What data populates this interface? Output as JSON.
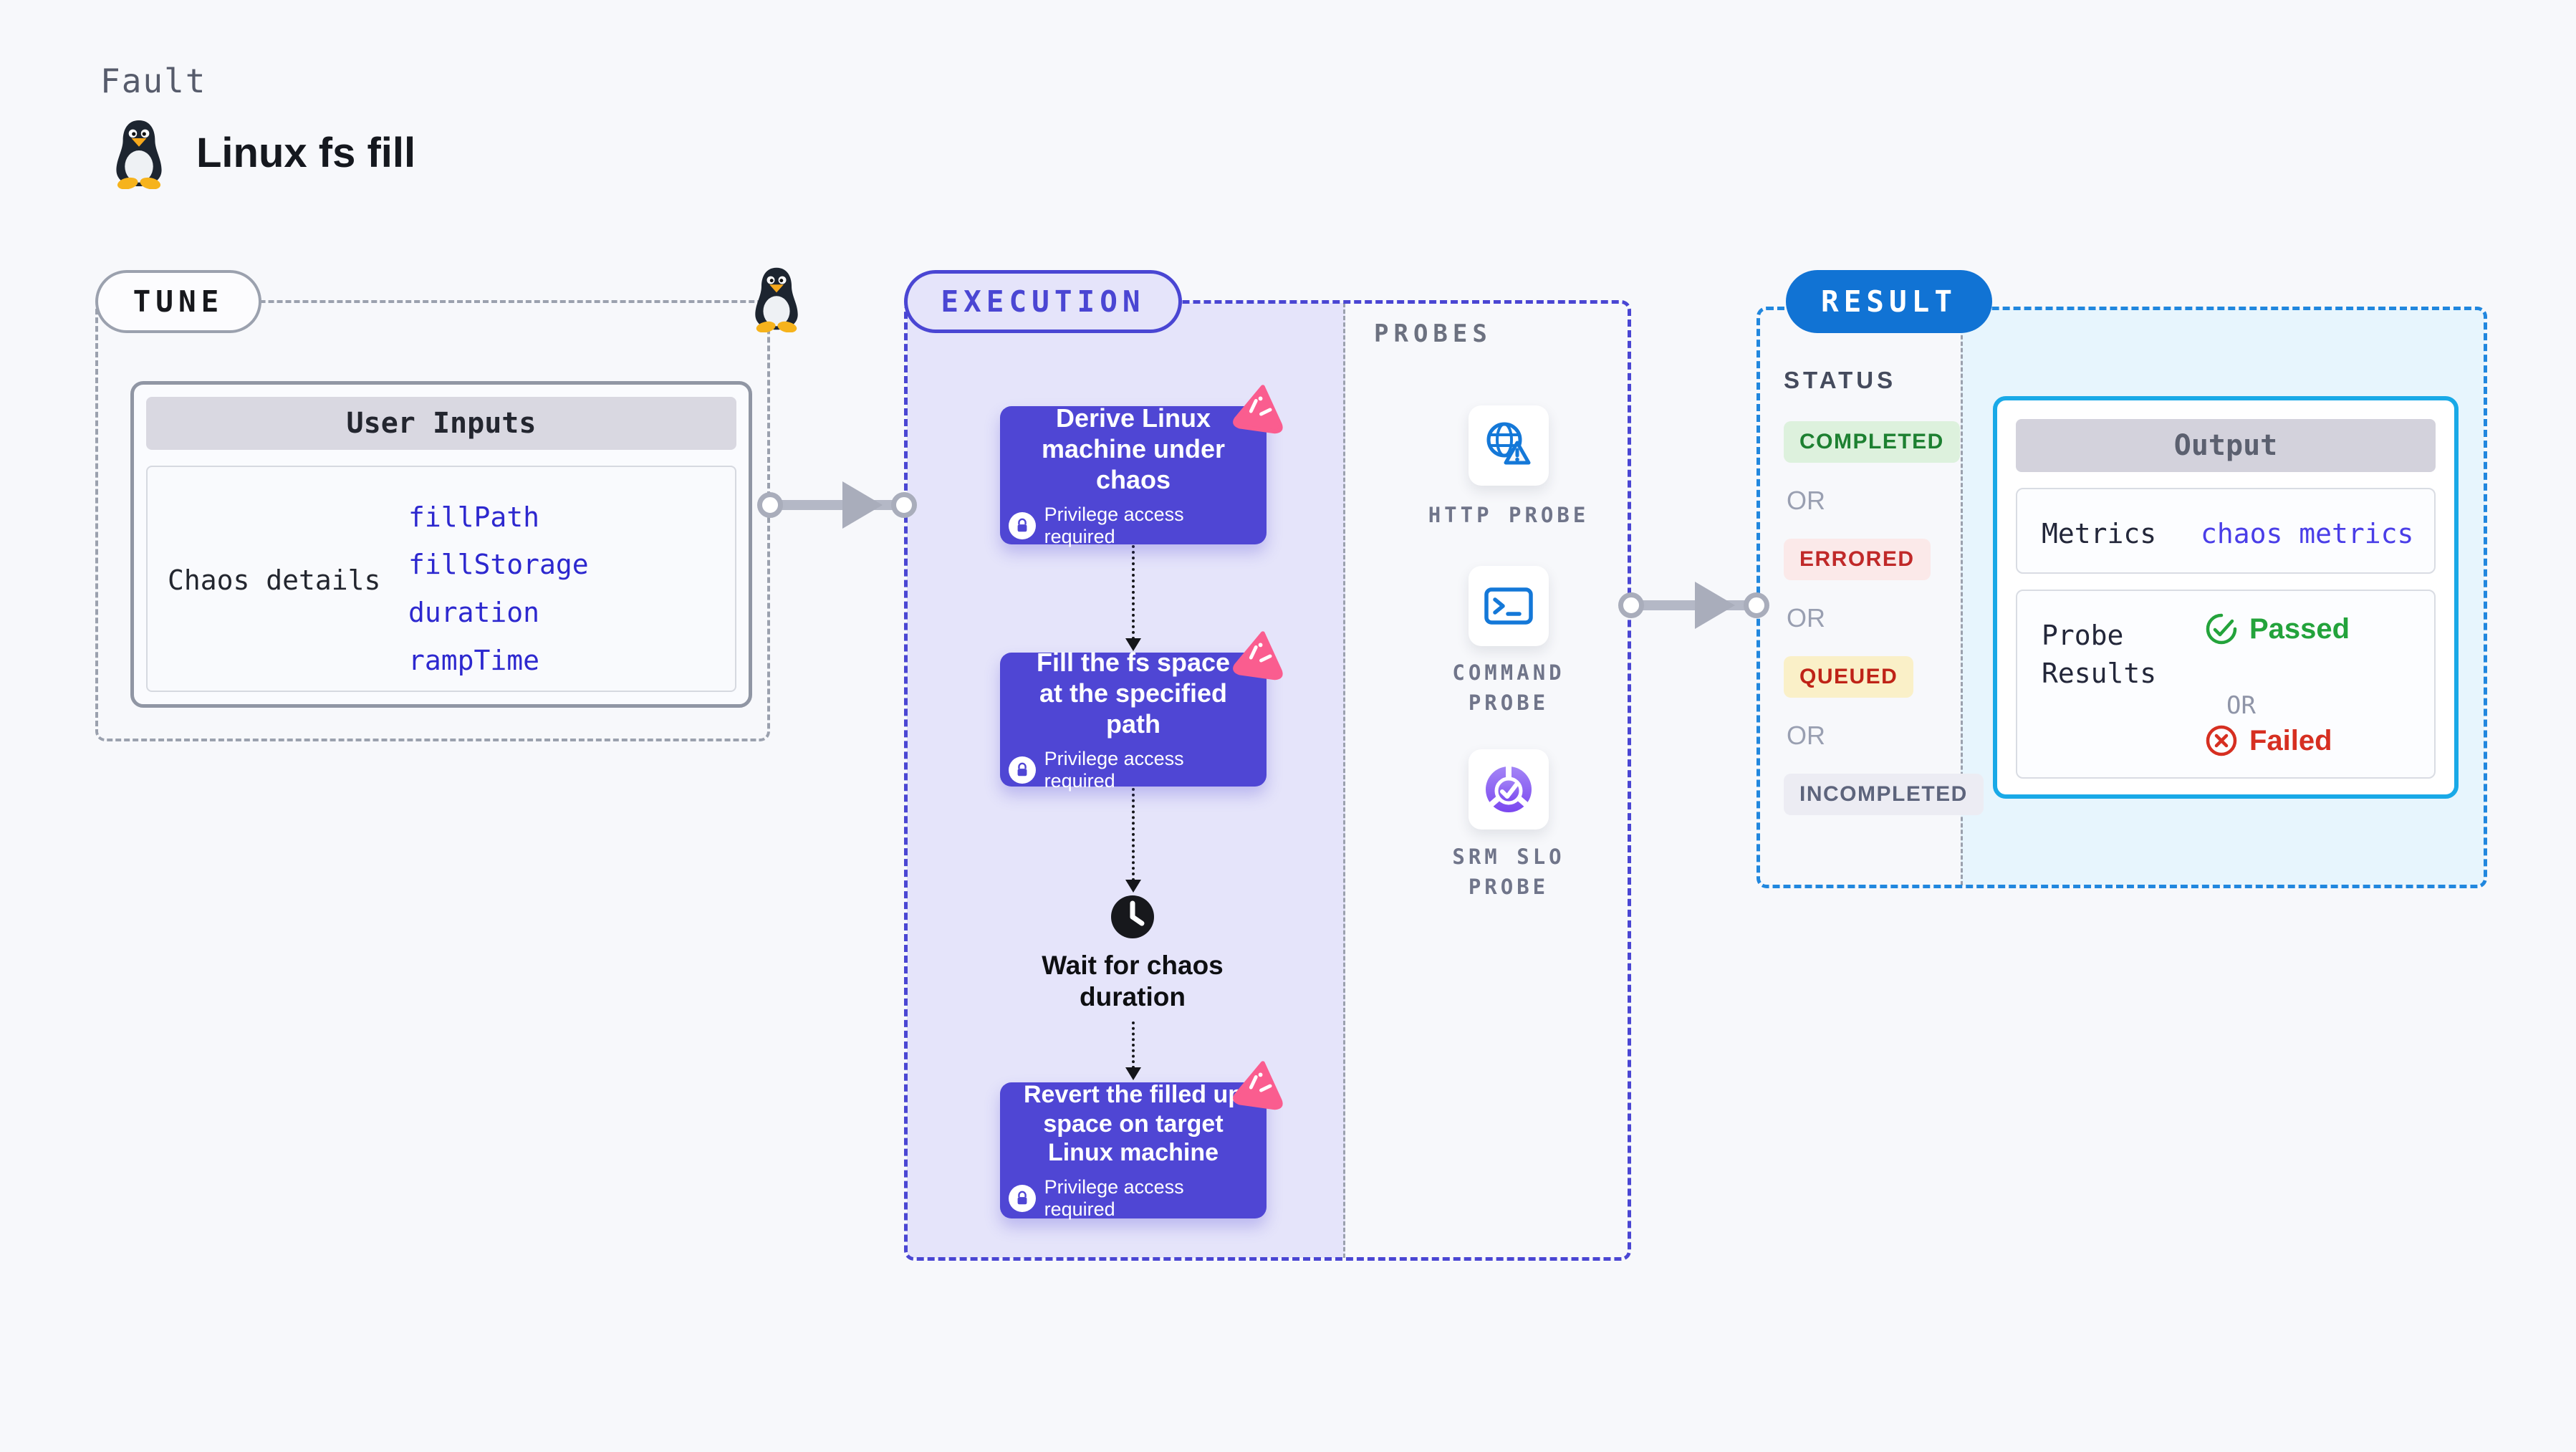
{
  "header": {
    "eyebrow": "Fault",
    "title": "Linux fs fill",
    "icon": "tux-penguin-icon"
  },
  "tune": {
    "badge": "TUNE",
    "user_inputs": {
      "header": "User Inputs",
      "row_label": "Chaos details",
      "values": [
        "fillPath",
        "fillStorage",
        "duration",
        "rampTime"
      ]
    }
  },
  "execution": {
    "badge": "EXECUTION",
    "steps": [
      {
        "title": "Derive Linux\nmachine under\nchaos",
        "note": "Privilege access required"
      },
      {
        "title": "Fill the fs space\nat the specified\npath",
        "note": "Privilege access required"
      },
      {
        "title": "Revert the filled up\nspace on target\nLinux machine",
        "note": "Privilege access required"
      }
    ],
    "wait_label": "Wait for chaos\nduration"
  },
  "probes": {
    "label": "PROBES",
    "items": [
      {
        "label": "HTTP PROBE",
        "icon": "globe-alert-icon"
      },
      {
        "label": "COMMAND\nPROBE",
        "icon": "terminal-icon"
      },
      {
        "label": "SRM SLO\nPROBE",
        "icon": "slo-donut-check-icon"
      }
    ]
  },
  "result": {
    "badge": "RESULT",
    "status_label": "STATUS",
    "or_label": "OR",
    "statuses": [
      {
        "label": "COMPLETED",
        "fg": "#1d8031",
        "bg": "#ddf1dd"
      },
      {
        "label": "ERRORED",
        "fg": "#c02929",
        "bg": "#fbe9e9"
      },
      {
        "label": "QUEUED",
        "fg": "#bf2317",
        "bg": "#faf0c8"
      },
      {
        "label": "INCOMPLETED",
        "fg": "#5d647c",
        "bg": "#ececf3"
      }
    ],
    "output": {
      "header": "Output",
      "metrics_label": "Metrics",
      "metrics_value": "chaos metrics",
      "probe_results_label": "Probe\nResults",
      "passed_label": "Passed",
      "failed_label": "Failed",
      "or_label": "OR"
    }
  },
  "colors": {
    "page_bg": "#f7f8fb",
    "execution_accent": "#4a46d3",
    "execution_fill": "#e5e4fa",
    "card_indigo": "#4f46d4",
    "chaos_pink": "#fa5d8f",
    "result_accent": "#2187de",
    "result_fill": "#e7f5fd",
    "result_badge": "#1173d4",
    "output_border": "#19a9e7",
    "metrics_value": "#4a3ee8",
    "passed_green": "#23a33b",
    "failed_red": "#d62f21",
    "probe_blue": "#1478d8",
    "slo_purple": "#7b48ef"
  }
}
